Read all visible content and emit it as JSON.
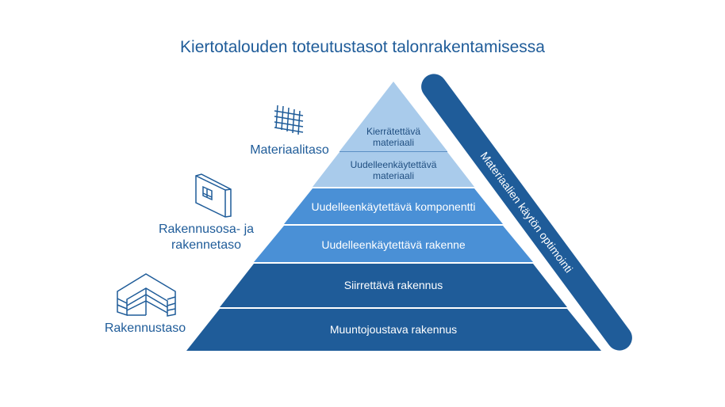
{
  "title": "Kiertotalouden toteutustasot talonrakentamisessa",
  "levels": {
    "material": "Materiaalitaso",
    "component_line1": "Rakennusosa- ja",
    "component_line2": "rakennetaso",
    "building": "Rakennustaso"
  },
  "pyramid": [
    {
      "line1": "Kierrätettävä",
      "line2": "materiaali"
    },
    {
      "line1": "Uudelleenkäytettävä",
      "line2": "materiaali"
    },
    {
      "line1": "Uudelleenkäytettävä komponentti"
    },
    {
      "line1": "Uudelleenkäytettävä rakenne"
    },
    {
      "line1": "Siirrettävä rakennus"
    },
    {
      "line1": "Muuntojoustava rakennus"
    }
  ],
  "arrow_label": "Materiaalien käytön optimointi",
  "colors": {
    "light": "#A9CBEB",
    "mid": "#4A90D6",
    "dark": "#1F5C99"
  }
}
